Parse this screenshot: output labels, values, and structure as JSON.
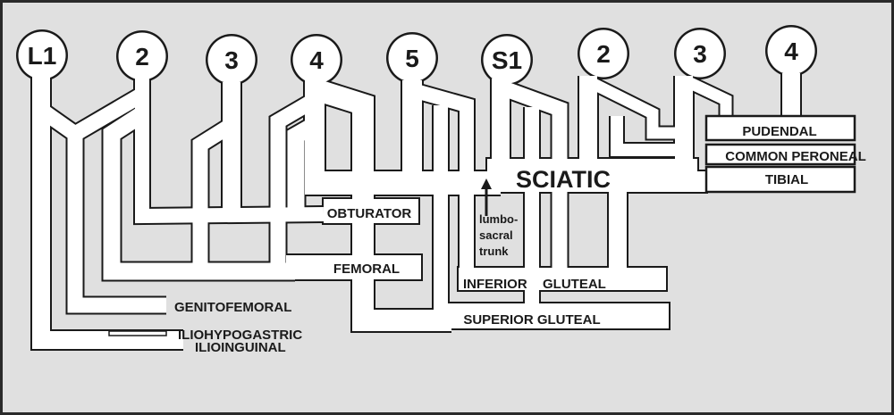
{
  "title": "Lumbosacral plexus schematic",
  "roots": [
    "L1",
    "2",
    "3",
    "4",
    "5",
    "S1",
    "2",
    "3",
    "4"
  ],
  "nerves": {
    "obturator": "OBTURATOR",
    "femoral": "FEMORAL",
    "genitofemoral": "GENITOFEMORAL",
    "iliohypogastric": "ILIOHYPOGASTRIC",
    "ilioinguinal": "ILIOINGUINAL",
    "sciatic": "SCIATIC",
    "pudendal": "PUDENDAL",
    "common_peroneal": "COMMON PERONEAL",
    "tibial": "TIBIAL",
    "superior_gluteal": "SUPERIOR GLUTEAL",
    "inferior": "INFERIOR",
    "gluteal": "GLUTEAL"
  },
  "trunk_label": [
    "lumbo-",
    "sacral",
    "trunk"
  ],
  "colors": {
    "background": "#e0e0e0",
    "nerve": "#ffffff",
    "outline": "#1a1a1a"
  }
}
